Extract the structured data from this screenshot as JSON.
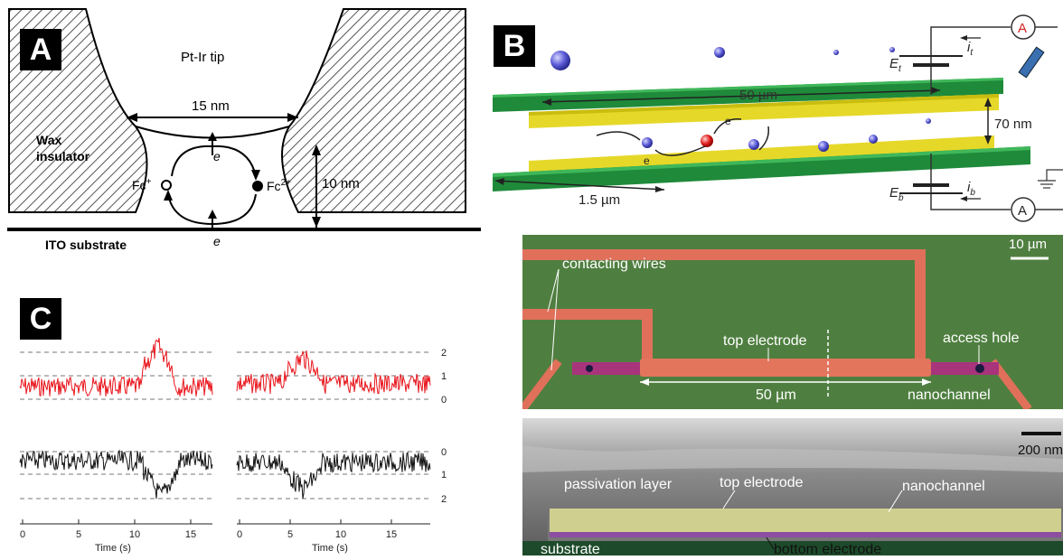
{
  "panels": {
    "a": {
      "tag": "A",
      "tip_label": "Pt-Ir tip",
      "gap_label": "15 nm",
      "insulator_line1": "Wax",
      "insulator_line2": "insulator",
      "height_label": "10 nm",
      "ox_label": "Fc",
      "ox_charge": "+",
      "red_label": "Fc",
      "red_charge": "2+",
      "electron_label": "e",
      "substrate_label": "ITO substrate"
    },
    "b": {
      "tag": "B",
      "length_label": "50 µm",
      "gap_label": "70 nm",
      "width_label": "1.5 µm",
      "electron_label": "e",
      "top_voltage": "E",
      "top_voltage_sub": "t",
      "top_current": "i",
      "top_current_sub": "t",
      "bottom_voltage": "E",
      "bottom_voltage_sub": "b",
      "bottom_current": "i",
      "bottom_current_sub": "b",
      "ammeter_label": "A"
    },
    "c": {
      "tag": "C",
      "xlabel": "Time (s)",
      "left_ticks": [
        "0",
        "5",
        "10",
        "15"
      ],
      "right_ticks": [
        "0",
        "5",
        "10",
        "15"
      ],
      "red_levels": [
        "2",
        "1",
        "0"
      ],
      "black_levels": [
        "0",
        "1",
        "2"
      ],
      "trace_colors": {
        "top": "#e8141b",
        "bottom": "#111111"
      }
    },
    "micrograph": {
      "scale_label": "10 µm",
      "wires_label": "contacting wires",
      "top_electrode_label": "top electrode",
      "access_hole_label": "access hole",
      "length_label": "50 µm",
      "nanochannel_label": "nanochannel"
    },
    "sem": {
      "scale_label": "200 nm",
      "passivation_label": "passivation layer",
      "top_electrode_label": "top electrode",
      "nanochannel_label": "nanochannel",
      "substrate_label": "substrate",
      "bottom_electrode_label": "bottom electrode"
    }
  }
}
